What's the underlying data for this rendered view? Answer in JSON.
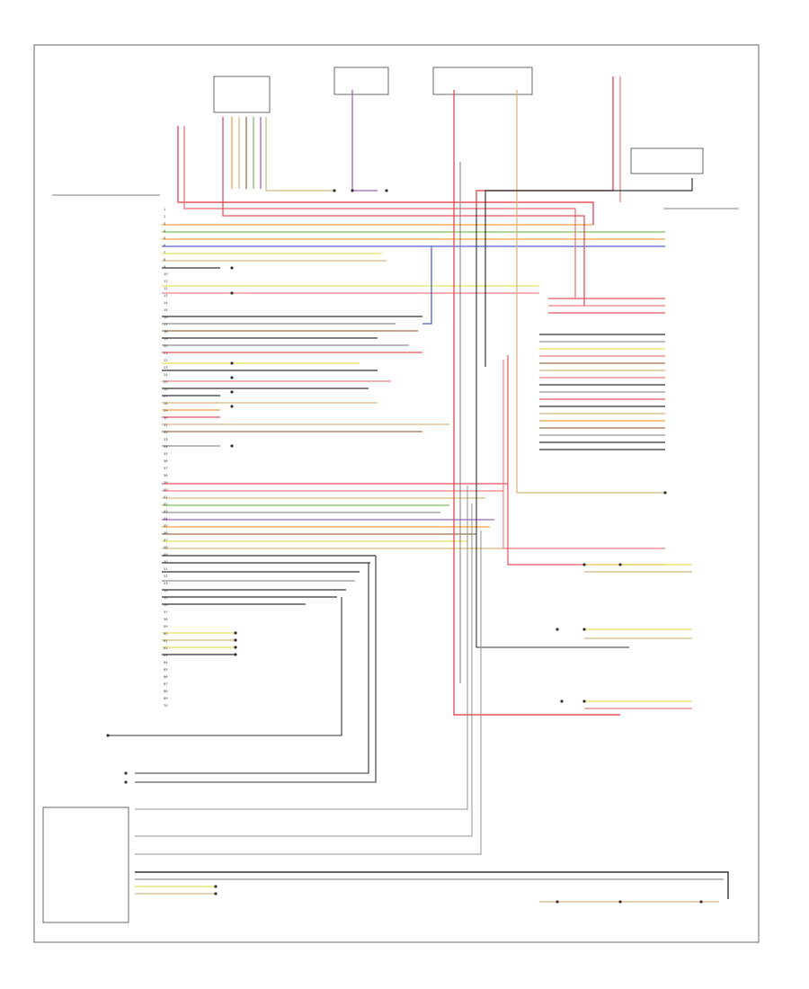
{
  "colors": {
    "red": "#e8505a",
    "pink": "#f08080",
    "orange": "#f0a040",
    "yellow": "#e8e060",
    "green": "#80c060",
    "blue": "#5060d0",
    "violet": "#a060c0",
    "brown": "#a0704a",
    "gray": "#909090",
    "black": "#333333",
    "tan": "#d8b880",
    "frame": "#666666"
  },
  "footer": {
    "code": ""
  },
  "left_pins": [
    "1",
    "2",
    "3",
    "4",
    "5",
    "6",
    "7",
    "8",
    "9",
    "10",
    "11",
    "12",
    "13",
    "14",
    "15",
    "16",
    "17",
    "18",
    "19",
    "20",
    "21",
    "22",
    "23",
    "24",
    "25",
    "26",
    "27",
    "28",
    "29",
    "30",
    "31",
    "32",
    "33",
    "34",
    "35",
    "36",
    "37",
    "38",
    "39",
    "40",
    "41",
    "42",
    "43",
    "44",
    "45",
    "46",
    "47",
    "48",
    "49",
    "50",
    "51",
    "52",
    "53",
    "54",
    "55",
    "56",
    "57",
    "58",
    "59",
    "60",
    "61",
    "62",
    "63",
    "64",
    "65",
    "66",
    "67",
    "68",
    "69",
    "70"
  ]
}
